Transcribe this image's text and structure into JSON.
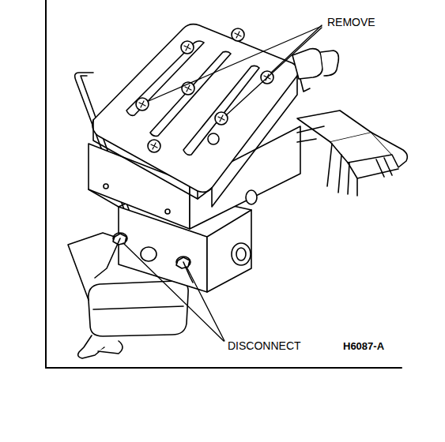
{
  "diagram": {
    "labels": [
      "REMOVE",
      "DISCONNECT",
      "H6087-A"
    ]
  }
}
